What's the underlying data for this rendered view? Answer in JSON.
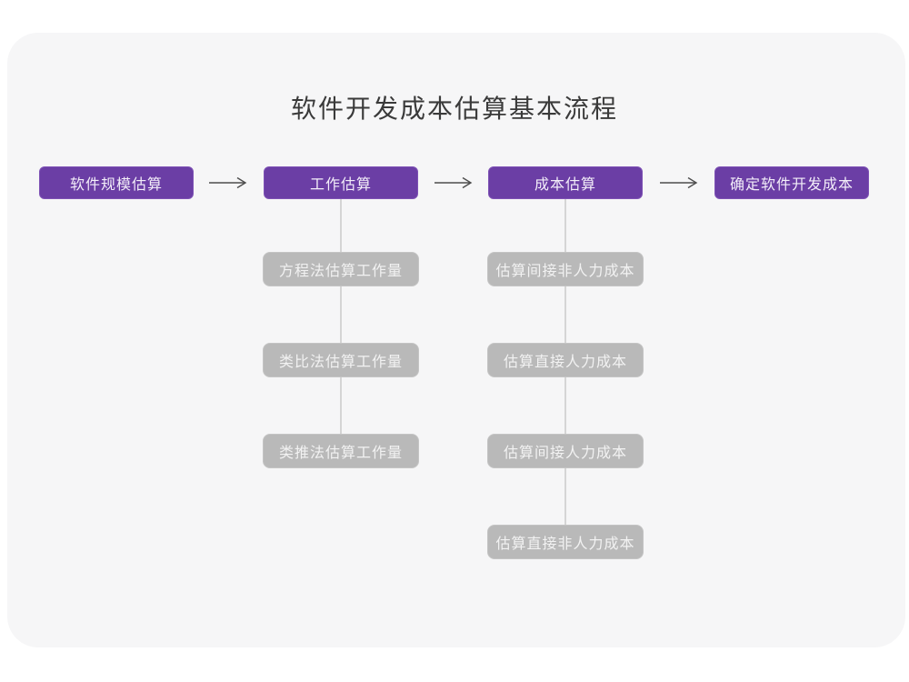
{
  "title": "软件开发成本估算基本流程",
  "flow": {
    "main_nodes": [
      "软件规模估算",
      "工作估算",
      "成本估算",
      "确定软件开发成本"
    ],
    "work_items": [
      "方程法估算工作量",
      "类比法估算工作量",
      "类推法估算工作量"
    ],
    "cost_items": [
      "估算间接非人力成本",
      "估算直接人力成本",
      "估算间接人力成本",
      "估算直接非人力成本"
    ]
  },
  "colors": {
    "primary_node": "#6B3EA5",
    "secondary_node": "#B9B9B9",
    "connector_line": "#D5D5D5",
    "arrow": "#4D4D4D",
    "canvas_background": "#F6F6F7",
    "title_text": "#3A3A3A"
  }
}
